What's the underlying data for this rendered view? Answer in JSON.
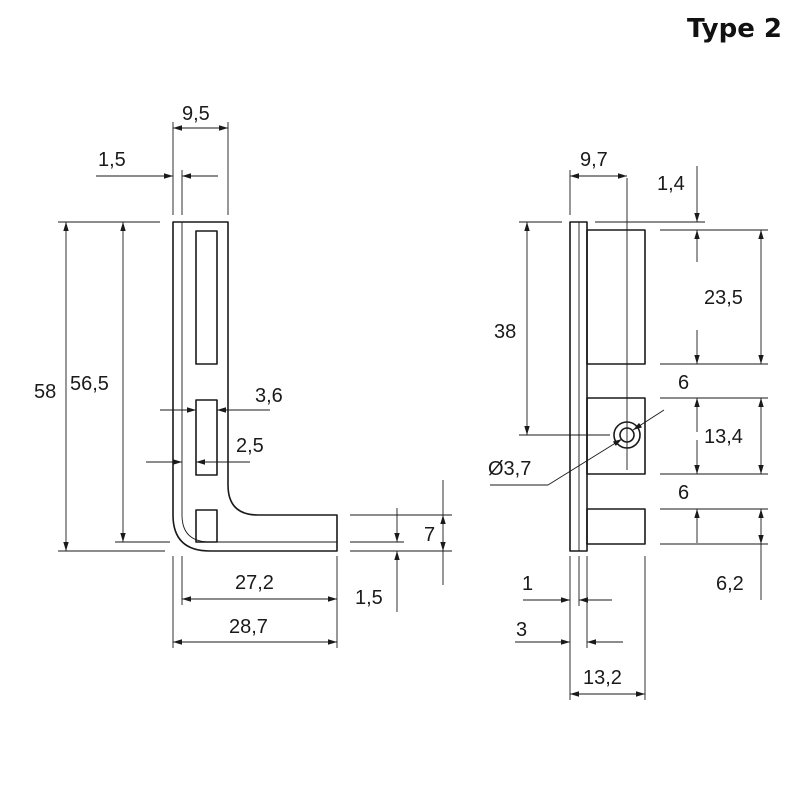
{
  "title": "Type 2",
  "left_view": {
    "dims": {
      "top_width": "9,5",
      "wall": "1,5",
      "height_total": "58",
      "height_inner": "56,5",
      "slot_width": "3,6",
      "slot_offset": "2,5",
      "base_length_inner": "27,2",
      "base_length_total": "28,7",
      "base_height": "7",
      "base_wall": "1,5"
    }
  },
  "right_view": {
    "dims": {
      "block_width": "9,7",
      "top_offset": "1,4",
      "height_upper": "38",
      "block_top": "23,5",
      "gap_upper": "6",
      "hole_block": "13,4",
      "hole_diameter": "Ø3,7",
      "gap_lower": "6",
      "block_bottom": "6,2",
      "plate_thickness": "1",
      "plate_offset": "3",
      "total_depth": "13,2"
    }
  }
}
